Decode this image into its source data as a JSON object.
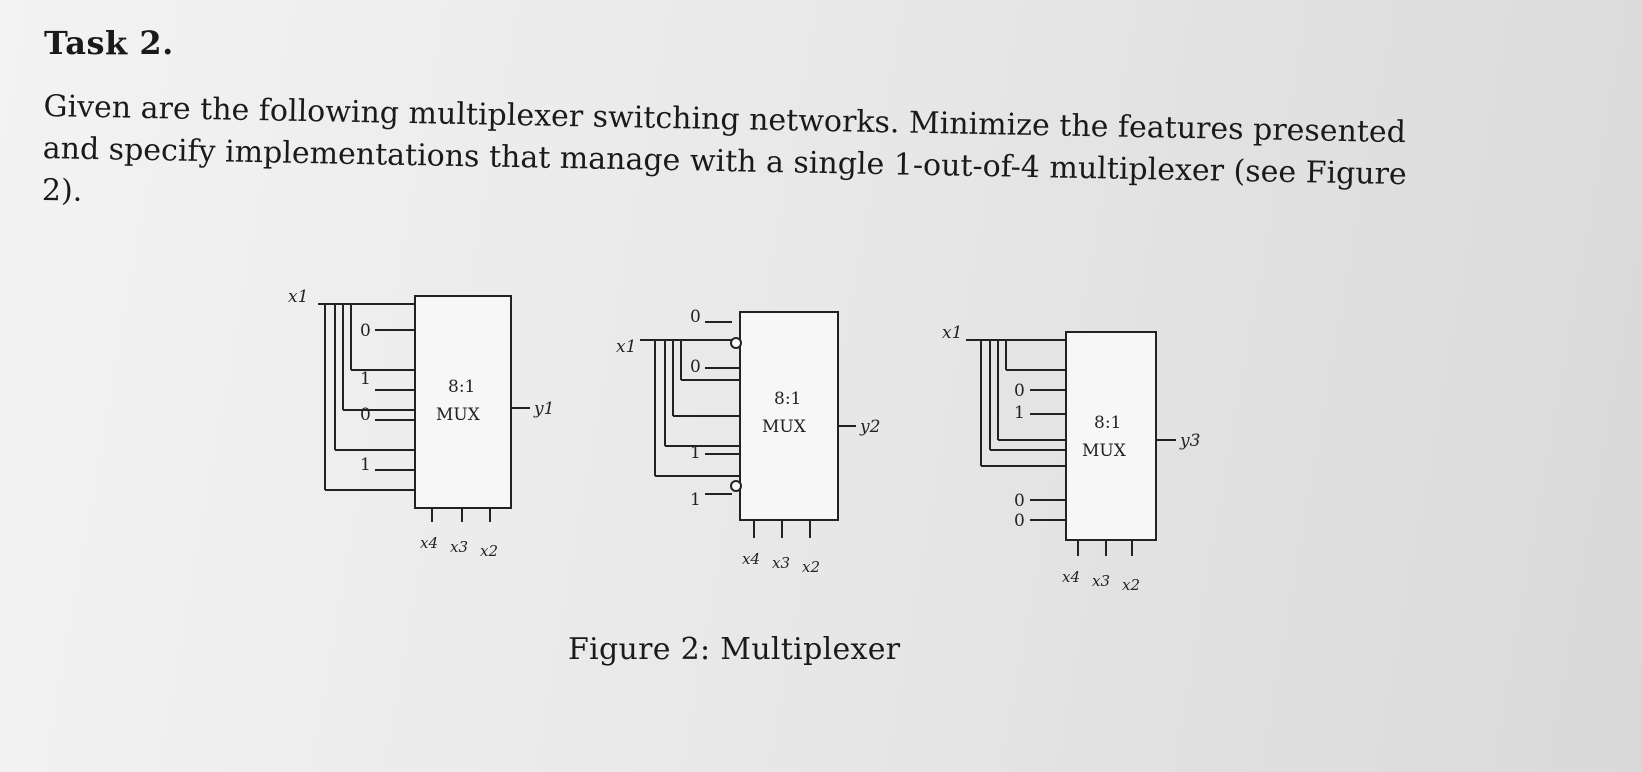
{
  "task": {
    "title": "Task 2.",
    "line1": "Given are the following multiplexer switching networks. Minimize the features presented",
    "line2": "and specify implementations that manage with a single 1-out-of-4 multiplexer (see Figure",
    "line3": "2)."
  },
  "figure": {
    "caption": "Figure 2: Multiplexer",
    "mux1": {
      "label_top": "8:1",
      "label_bottom": "MUX",
      "input_var": "x1",
      "output": "y1",
      "const_inputs": [
        "0",
        "1",
        "0",
        "1"
      ],
      "selects": [
        "x4",
        "x3",
        "x2"
      ]
    },
    "mux2": {
      "label_top": "8:1",
      "label_bottom": "MUX",
      "input_var": "x1",
      "output": "y2",
      "const_inputs": [
        "0",
        "0",
        "1",
        "1"
      ],
      "selects": [
        "x4",
        "x3",
        "x2"
      ]
    },
    "mux3": {
      "label_top": "8:1",
      "label_bottom": "MUX",
      "input_var": "x1",
      "output": "y3",
      "const_inputs": [
        "0",
        "1",
        "0",
        "0"
      ],
      "selects": [
        "x4",
        "x3",
        "x2"
      ]
    }
  }
}
